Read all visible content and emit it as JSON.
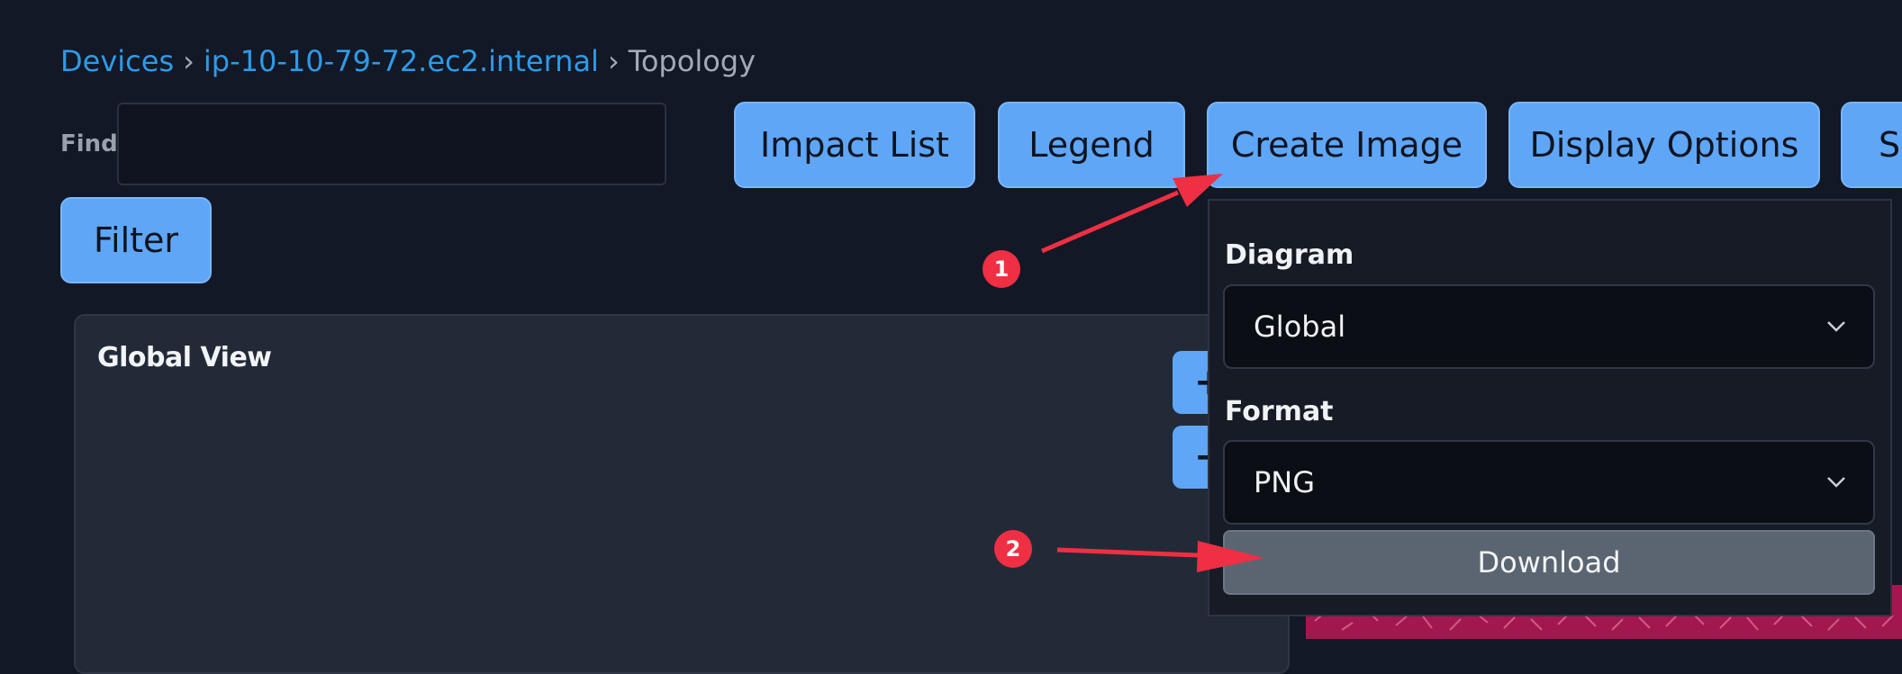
{
  "breadcrumb": {
    "devices": "Devices",
    "host": "ip-10-10-79-72.ec2.internal",
    "current": "Topology",
    "separator": "›"
  },
  "find": {
    "label": "Find",
    "value": ""
  },
  "toolbar": {
    "impact_list": "Impact List",
    "legend": "Legend",
    "create_image": "Create Image",
    "display_options": "Display Options",
    "search_partial": "Se"
  },
  "filter_button": "Filter",
  "panel": {
    "title": "Global View",
    "zoom_in": "+",
    "zoom_out": "−"
  },
  "create_image_menu": {
    "diagram_label": "Diagram",
    "diagram_value": "Global",
    "format_label": "Format",
    "format_value": "PNG",
    "download": "Download"
  },
  "annotations": {
    "badge1": "1",
    "badge2": "2"
  },
  "colors": {
    "background": "#121826",
    "accent_button": "#5fa6f6",
    "link": "#2d9be8",
    "annotation": "#ef2f43",
    "download_button": "#5b6572",
    "graph_area": "#a3174f"
  }
}
